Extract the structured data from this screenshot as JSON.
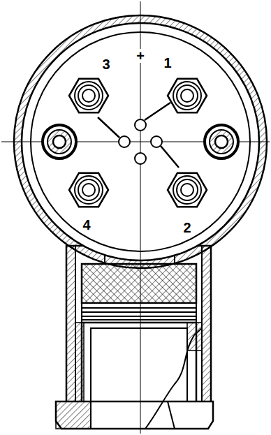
{
  "diagram": {
    "labels": [
      "3",
      "+",
      "1",
      "4",
      "2"
    ]
  }
}
